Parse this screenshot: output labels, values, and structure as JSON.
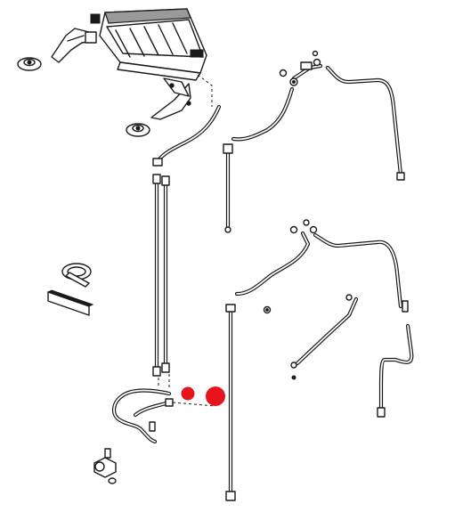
{
  "diagram": {
    "background": "#ffffff",
    "line_color": "#1a1a1a",
    "highlight_color": "#e8141c",
    "highlights": [
      {
        "id": "small",
        "size": "small"
      },
      {
        "id": "large",
        "size": "large"
      }
    ]
  }
}
